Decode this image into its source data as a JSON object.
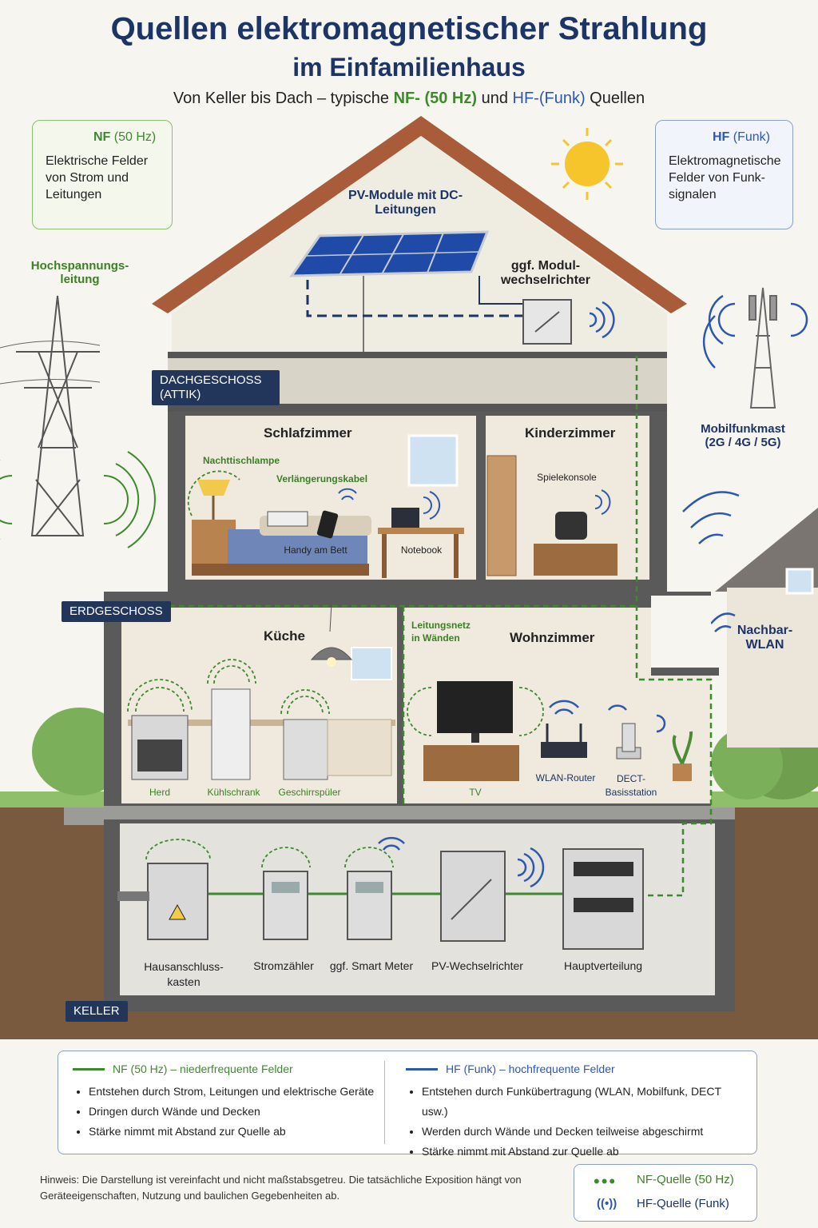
{
  "title": {
    "line1": "Quellen elektromagnetischer Strahlung",
    "line2": "im Einfamilienhaus",
    "sub_pre": "Von Keller bis Dach – typische ",
    "sub_nf": "NF- (50 Hz)",
    "sub_mid": " und ",
    "sub_hf": "HF-(Funk)",
    "sub_post": " Quellen"
  },
  "nf_box": {
    "head_bold": "NF",
    "head_rest": " (50 Hz)",
    "text": "Elektrische Felder von Strom und Leitungen"
  },
  "hf_box": {
    "head_bold": "HF",
    "head_rest": " (Funk)",
    "text": "Elektromagnetische Felder von Funk-signalen"
  },
  "outside": {
    "power_line": "Hochspannungs-leitung",
    "cell_tower": "Mobilfunkmast (2G / 4G / 5G)",
    "neighbor_wlan": "Nachbar-WLAN"
  },
  "floors": {
    "attic": "DACHGESCHOSS (ATTIK)",
    "ground": "ERDGESCHOSS",
    "basement": "KELLER"
  },
  "roof": {
    "pv_modules": "PV-Module mit DC-Leitungen",
    "micro_inverter": "ggf. Modul-wechselrichter"
  },
  "rooms": {
    "bedroom": "Schlafzimmer",
    "kids": "Kinderzimmer",
    "kitchen": "Küche",
    "living": "Wohnzimmer"
  },
  "items": {
    "bedside_lamp": "Nachttischlampe",
    "extension_cable": "Verlängerungskabel",
    "phone_bed": "Handy am Bett",
    "notebook": "Notebook",
    "console": "Spielekonsole",
    "wiring": "Leitungsnetz in Wänden",
    "stove": "Herd",
    "fridge": "Kühlschrank",
    "dishwasher": "Geschirrspüler",
    "tv": "TV",
    "router": "WLAN-Router",
    "dect": "DECT-Basisstation",
    "service_box": "Hausanschluss-kasten",
    "meter": "Stromzähler",
    "smart_meter": "ggf. Smart Meter",
    "pv_inverter": "PV-Wechselrichter",
    "distribution": "Hauptverteilung"
  },
  "legend": {
    "nf_head": "NF (50 Hz) – niederfrequente Felder",
    "nf_items": [
      "Entstehen durch Strom, Leitungen und elektrische Geräte",
      "Dringen durch Wände und Decken",
      "Stärke nimmt mit Abstand zur Quelle ab"
    ],
    "hf_head": "HF (Funk) – hochfrequente Felder",
    "hf_items": [
      "Entstehen durch Funkübertragung (WLAN, Mobilfunk, DECT usw.)",
      "Werden durch Wände und Decken teilweise abgeschirmt",
      "Stärke nimmt mit Abstand zur Quelle ab"
    ]
  },
  "note": "Hinweis: Die Darstellung ist vereinfacht und nicht maßstabsgetreu. Die tatsächliche Exposition hängt von Geräteeigenschaften, Nutzung und baulichen Gegebenheiten ab.",
  "key": {
    "nf": "NF-Quelle (50 Hz)",
    "hf": "HF-Quelle (Funk)"
  },
  "colors": {
    "nf": "#3c8a2c",
    "hf": "#2c58b0",
    "title": "#1c3566",
    "badge": "#22355b"
  }
}
